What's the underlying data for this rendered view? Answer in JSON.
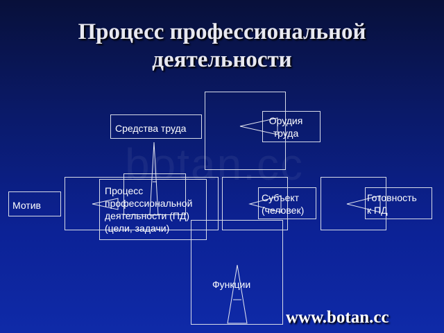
{
  "title": {
    "line1": "Процесс профессиональной",
    "line2": "деятельности"
  },
  "watermark": "botan.cc",
  "nodes": {
    "sredstva": "Средства труда",
    "orudiya_1": "Орудия",
    "orudiya_2": "труда",
    "motiv": "Мотив",
    "process_1": "Процесс",
    "process_2": "профессиональной",
    "process_3": "деятельности (ПД)",
    "process_4": "(цели, задачи)",
    "subject_1": "Субъект",
    "subject_2": "(человек)",
    "gotovnost_1": "Готовность",
    "gotovnost_2": "к ПД",
    "funkcii": "Функции"
  },
  "footer": "www.botan.cc"
}
